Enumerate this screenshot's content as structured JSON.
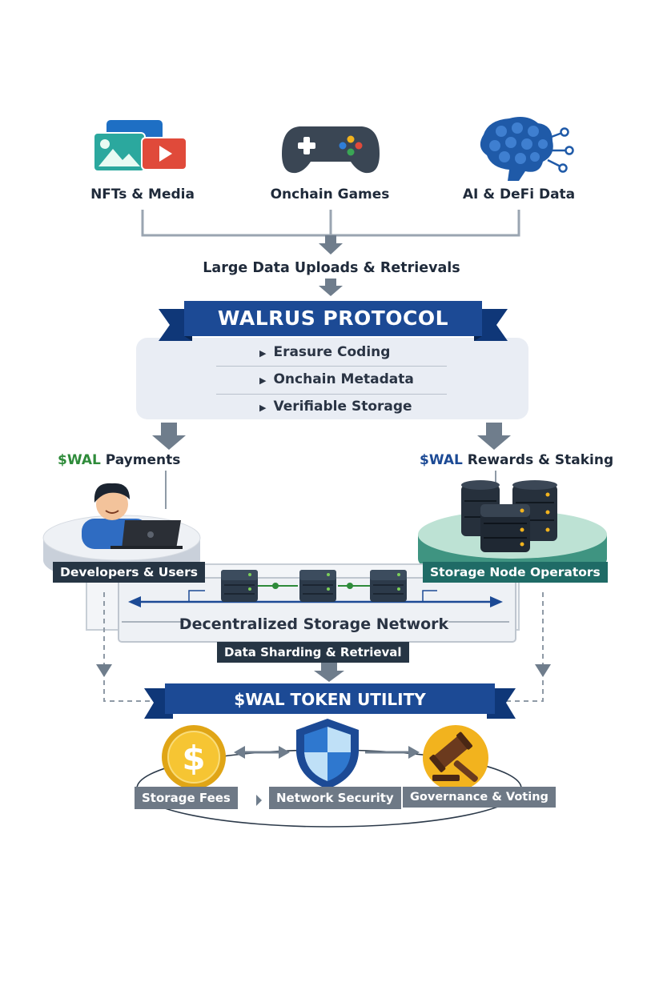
{
  "sources": [
    {
      "label": "NFTs & Media",
      "icon": "media-gallery-icon"
    },
    {
      "label": "Onchain Games",
      "icon": "game-controller-icon"
    },
    {
      "label": "AI & DeFi Data",
      "icon": "ai-brain-icon"
    }
  ],
  "flow_label": "Large Data Uploads & Retrievals",
  "protocol": {
    "title": "WALRUS PROTOCOL",
    "features": [
      "Erasure Coding",
      "Onchain Metadata",
      "Verifiable Storage"
    ]
  },
  "left_branch": {
    "token": "$WAL",
    "label": " Payments",
    "actor": "Developers & Users"
  },
  "right_branch": {
    "token": "$WAL",
    "label": " Rewards & Staking",
    "actor": "Storage Node Operators"
  },
  "network": {
    "title": "Decentralized Storage Network",
    "subtitle": "Data Sharding & Retrieval"
  },
  "utility": {
    "title": "$WAL TOKEN UTILITY",
    "items": [
      {
        "label": "Storage Fees",
        "icon": "dollar-coin-icon"
      },
      {
        "label": "Network Security",
        "icon": "shield-icon"
      },
      {
        "label": "Governance & Voting",
        "icon": "gavel-icon"
      }
    ]
  },
  "colors": {
    "navy": "#1c4a95",
    "green_token": "#2e8b3a",
    "blue_token": "#1c4a95",
    "teal": "#1f6b66",
    "dark_tag": "#263544",
    "gray_arrow": "#6f7d8c"
  }
}
